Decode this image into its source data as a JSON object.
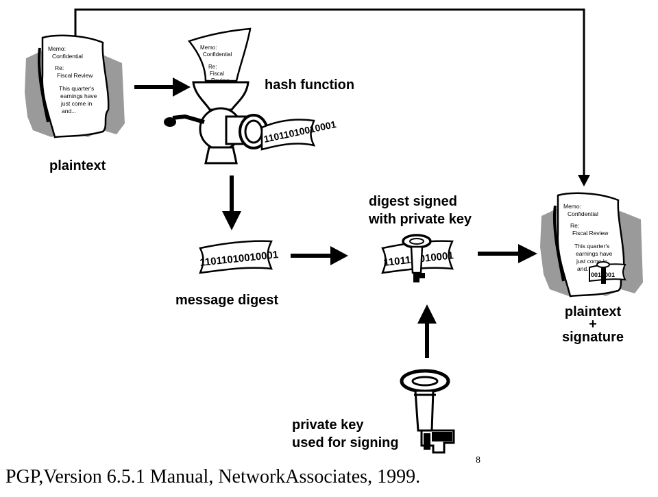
{
  "labels": {
    "plaintext": "plaintext",
    "hash_function": "hash function",
    "message_digest": "message digest",
    "digest_signed_line1": "digest signed",
    "digest_signed_line2": "with private key",
    "output_line1": "plaintext",
    "output_line2": "+",
    "output_line3": "signature",
    "private_key_line1": "private key",
    "private_key_line2": "used for signing"
  },
  "memo": {
    "line1": "Memo:",
    "line2": "Confidential",
    "line3": "Re:",
    "line4": "Fiscal Review",
    "line5": "This quarter's",
    "line6": "earnings have",
    "line7": "just come in",
    "line8": "and..."
  },
  "grinder_memo": {
    "line1": "Memo:",
    "line2": "Confidential",
    "line3": "Re:",
    "line4": "Fiscal",
    "line5": "Review"
  },
  "bits": {
    "grinder_output": "1101101001000​1",
    "digest": "1101101001000​1",
    "signed_digest": "110110  010001",
    "stamp": "0010001"
  },
  "citation": {
    "text": "PGP,Version  6.5.1 Manual,  NetworkAssociates,  1999.",
    "footnote": "8"
  }
}
